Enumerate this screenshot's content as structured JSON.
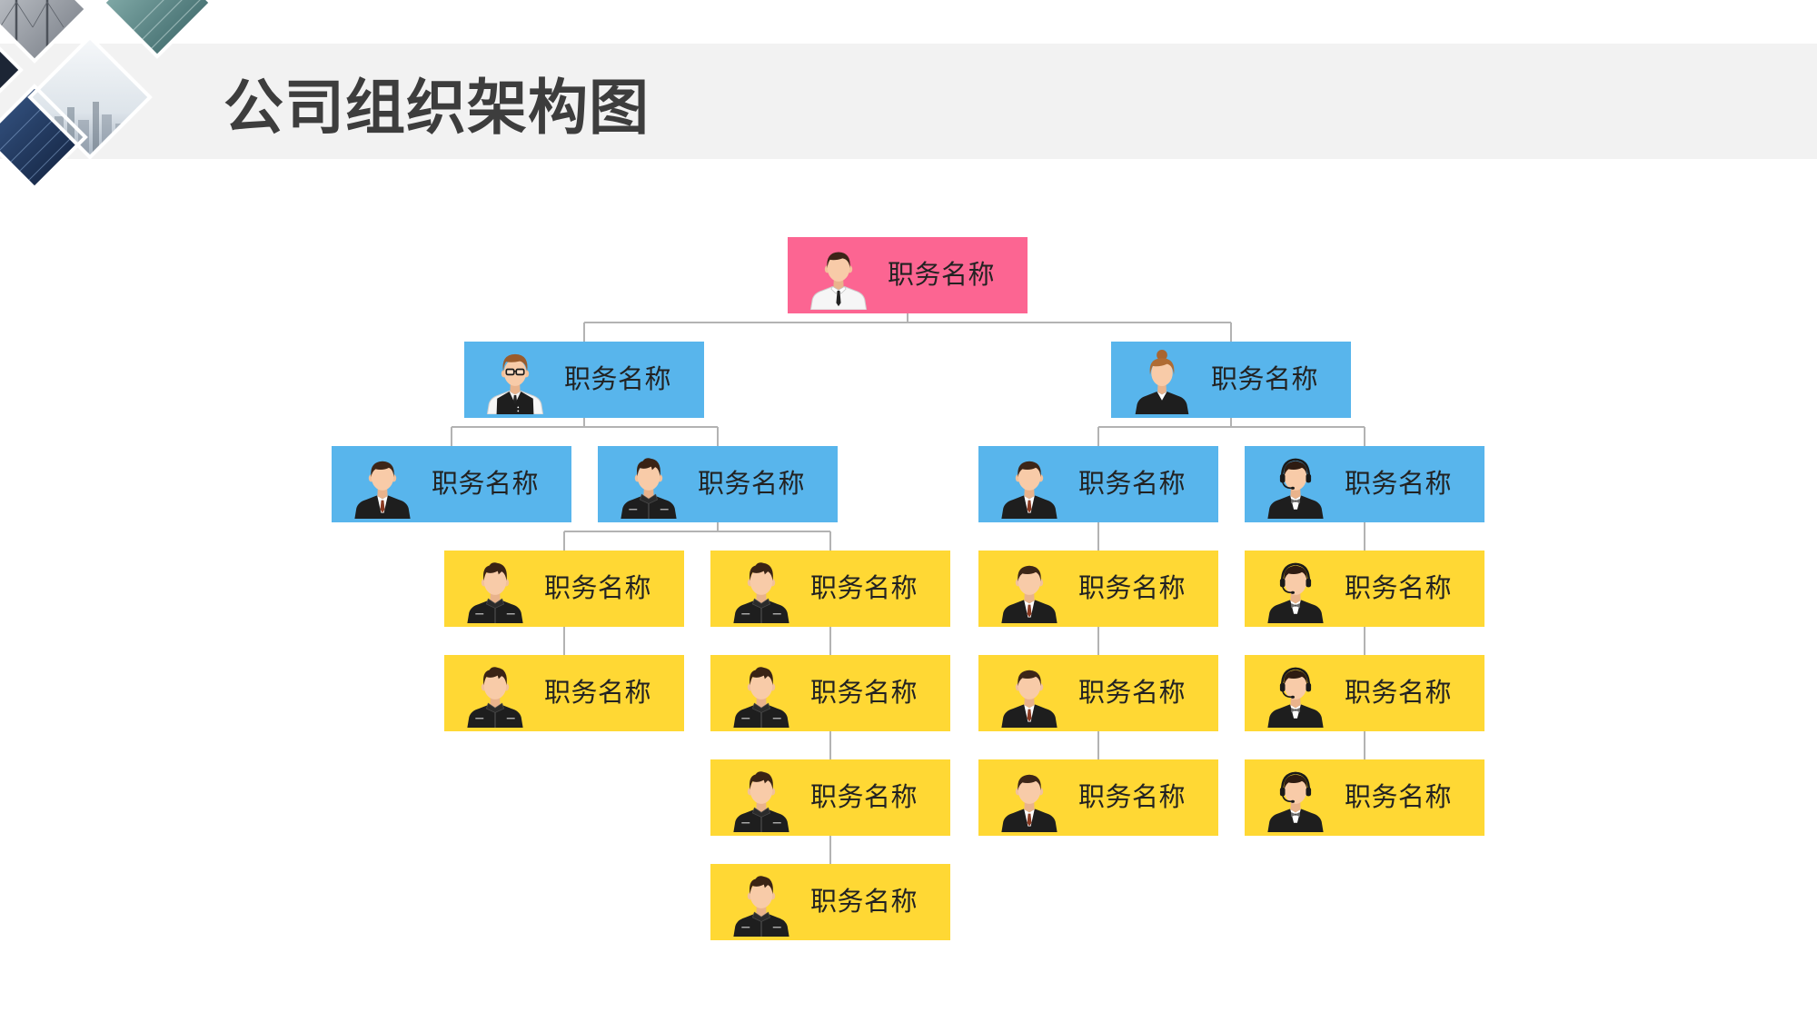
{
  "title": "公司组织架构图",
  "colors": {
    "header_band": "#f2f2f2",
    "title_text": "#3d3d3d",
    "root_box": "#fc6592",
    "manager_box": "#58b5ec",
    "staff_box": "#ffd834",
    "label_text": "#222222",
    "connector": "#b3b3b3"
  },
  "org": {
    "root": {
      "label": "职务名称",
      "icon": "executive-avatar-icon"
    },
    "level2": [
      {
        "label": "职务名称",
        "icon": "glasses-man-avatar-icon"
      },
      {
        "label": "职务名称",
        "icon": "woman-avatar-icon"
      }
    ],
    "level3": [
      {
        "label": "职务名称",
        "icon": "suit-man-avatar-icon"
      },
      {
        "label": "职务名称",
        "icon": "jacket-man-avatar-icon"
      },
      {
        "label": "职务名称",
        "icon": "suit-man-avatar-icon"
      },
      {
        "label": "职务名称",
        "icon": "headset-man-avatar-icon"
      }
    ],
    "staff_columns": [
      [
        {
          "label": "职务名称",
          "icon": "jacket-man-avatar-icon"
        },
        {
          "label": "职务名称",
          "icon": "jacket-man-avatar-icon"
        }
      ],
      [
        {
          "label": "职务名称",
          "icon": "jacket-man-avatar-icon"
        },
        {
          "label": "职务名称",
          "icon": "jacket-man-avatar-icon"
        },
        {
          "label": "职务名称",
          "icon": "jacket-man-avatar-icon"
        },
        {
          "label": "职务名称",
          "icon": "jacket-man-avatar-icon"
        }
      ],
      [
        {
          "label": "职务名称",
          "icon": "suit-man-avatar-icon"
        },
        {
          "label": "职务名称",
          "icon": "suit-man-avatar-icon"
        },
        {
          "label": "职务名称",
          "icon": "suit-man-avatar-icon"
        }
      ],
      [
        {
          "label": "职务名称",
          "icon": "headset-man-avatar-icon"
        },
        {
          "label": "职务名称",
          "icon": "headset-man-avatar-icon"
        },
        {
          "label": "职务名称",
          "icon": "headset-man-avatar-icon"
        }
      ]
    ]
  }
}
